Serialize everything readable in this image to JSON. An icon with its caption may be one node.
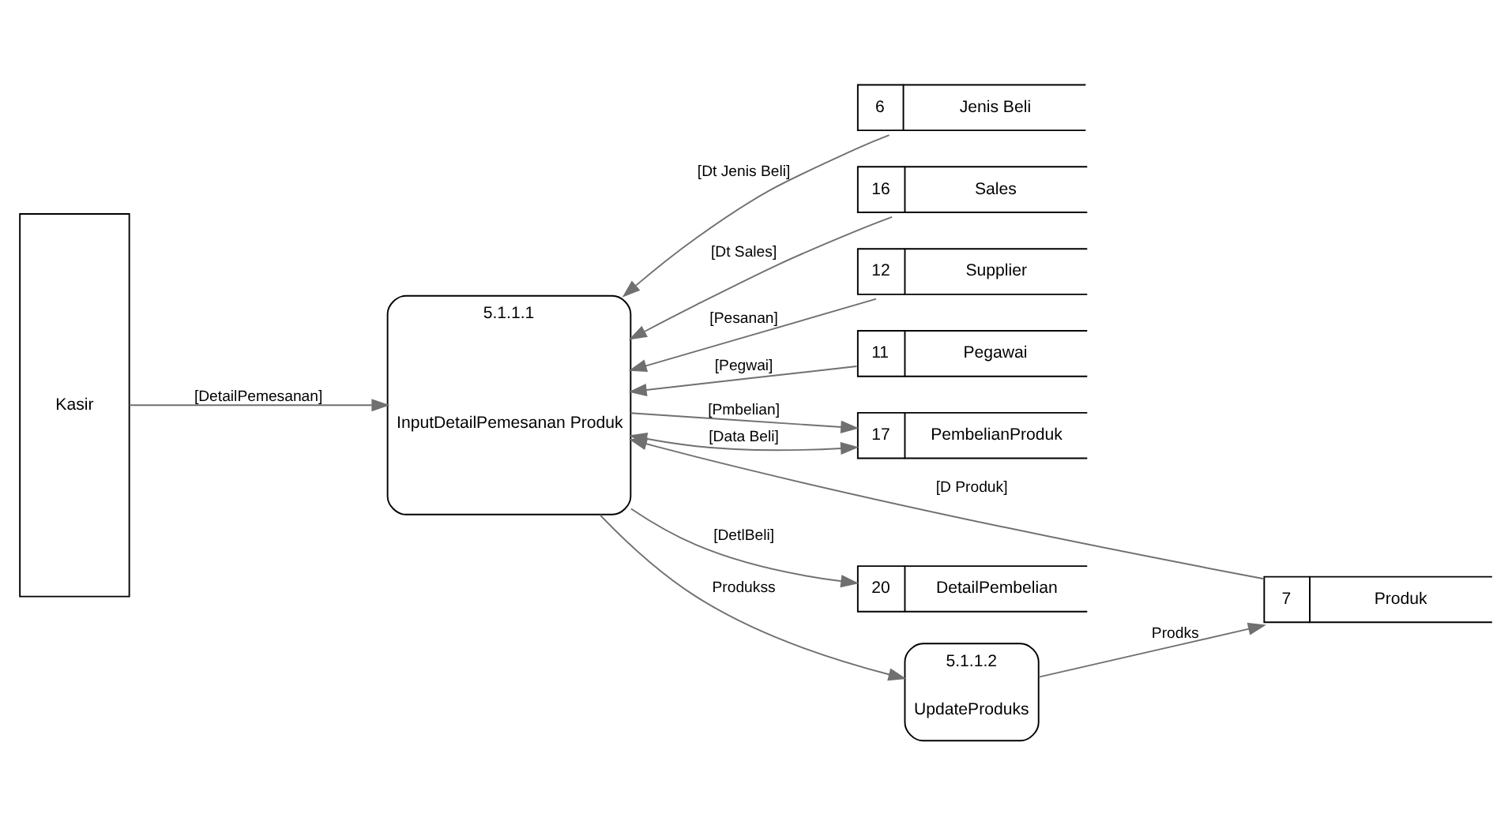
{
  "diagram": {
    "nodes": [
      {
        "text": [
          "Kasir"
        ]
      },
      {
        "text": [
          "5.1.1.1",
          "InputDetailPemesanan Produk"
        ]
      },
      {
        "text": [
          "6",
          "Jenis Beli"
        ]
      },
      {
        "text": [
          "16",
          "Sales"
        ]
      },
      {
        "text": [
          "12",
          "Supplier"
        ]
      },
      {
        "text": [
          "11",
          "Pegawai"
        ]
      },
      {
        "text": [
          "17",
          "PembelianProduk"
        ]
      },
      {
        "text": [
          "7",
          "Produk"
        ]
      },
      {
        "text": [
          "20",
          "DetailPembelian"
        ]
      },
      {
        "text": [
          "5.1.1.2",
          "UpdateProduks"
        ]
      }
    ],
    "edges": [
      {
        "from": 0,
        "to": 1,
        "arrow": "to",
        "label": "[DetailPemesanan]"
      },
      {
        "from": 2,
        "to": 1,
        "arrow": "to",
        "label": "[Dt Jenis Beli]"
      },
      {
        "from": 3,
        "to": 1,
        "arrow": "to",
        "label": "[Dt Sales]"
      },
      {
        "from": 4,
        "to": 1,
        "arrow": "to",
        "label": "[Pesanan]"
      },
      {
        "from": 5,
        "to": 1,
        "arrow": "to",
        "label": "[Pegwai]"
      },
      {
        "from": 1,
        "to": 6,
        "arrow": "to",
        "label": "[Pmbelian]"
      },
      {
        "from": 6,
        "to": 1,
        "arrow": "both",
        "label": "[Data Beli]"
      },
      {
        "from": 7,
        "to": 1,
        "arrow": "to",
        "label": "[D Produk]"
      },
      {
        "from": 1,
        "to": 8,
        "arrow": "to",
        "label": "[DetlBeli]"
      },
      {
        "from": 1,
        "to": 9,
        "arrow": "to",
        "label": "Produkss"
      },
      {
        "from": 9,
        "to": 7,
        "arrow": "to",
        "label": "Prodks"
      }
    ]
  }
}
